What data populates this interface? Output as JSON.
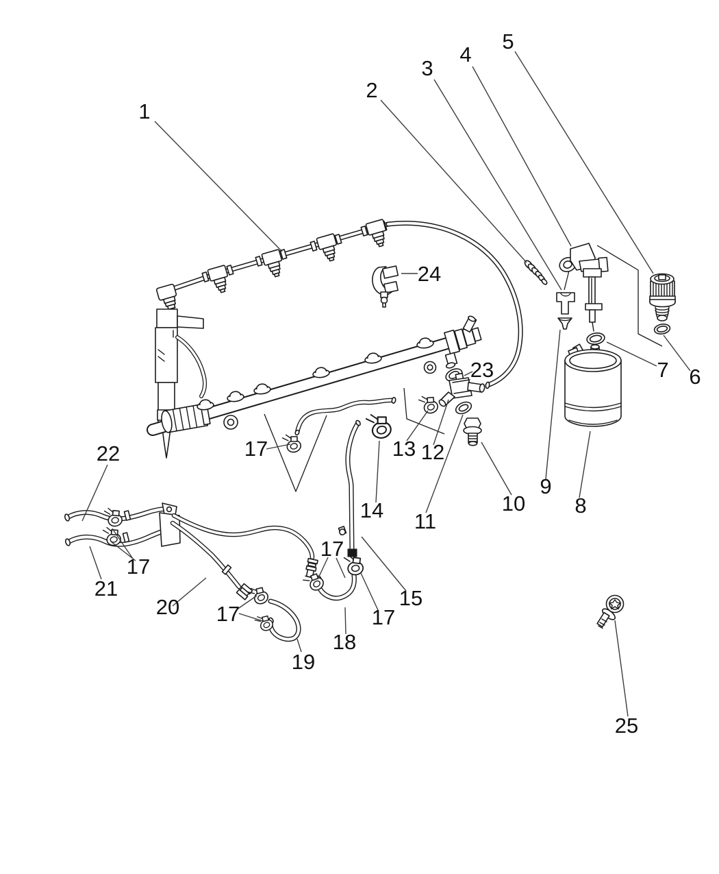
{
  "diagram": {
    "background": "#ffffff",
    "line_color": "#1a1a1a",
    "leader_color": "#3c3c3c"
  },
  "callouts": [
    {
      "number": "1"
    },
    {
      "number": "2"
    },
    {
      "number": "3"
    },
    {
      "number": "4"
    },
    {
      "number": "5"
    },
    {
      "number": "6"
    },
    {
      "number": "7"
    },
    {
      "number": "8"
    },
    {
      "number": "9"
    },
    {
      "number": "10"
    },
    {
      "number": "11"
    },
    {
      "number": "12"
    },
    {
      "number": "13"
    },
    {
      "number": "14"
    },
    {
      "number": "15"
    },
    {
      "number": "17"
    },
    {
      "number": "17"
    },
    {
      "number": "17"
    },
    {
      "number": "17"
    },
    {
      "number": "17"
    },
    {
      "number": "18"
    },
    {
      "number": "19"
    },
    {
      "number": "20"
    },
    {
      "number": "21"
    },
    {
      "number": "22"
    },
    {
      "number": "23"
    },
    {
      "number": "24"
    },
    {
      "number": "25"
    }
  ]
}
